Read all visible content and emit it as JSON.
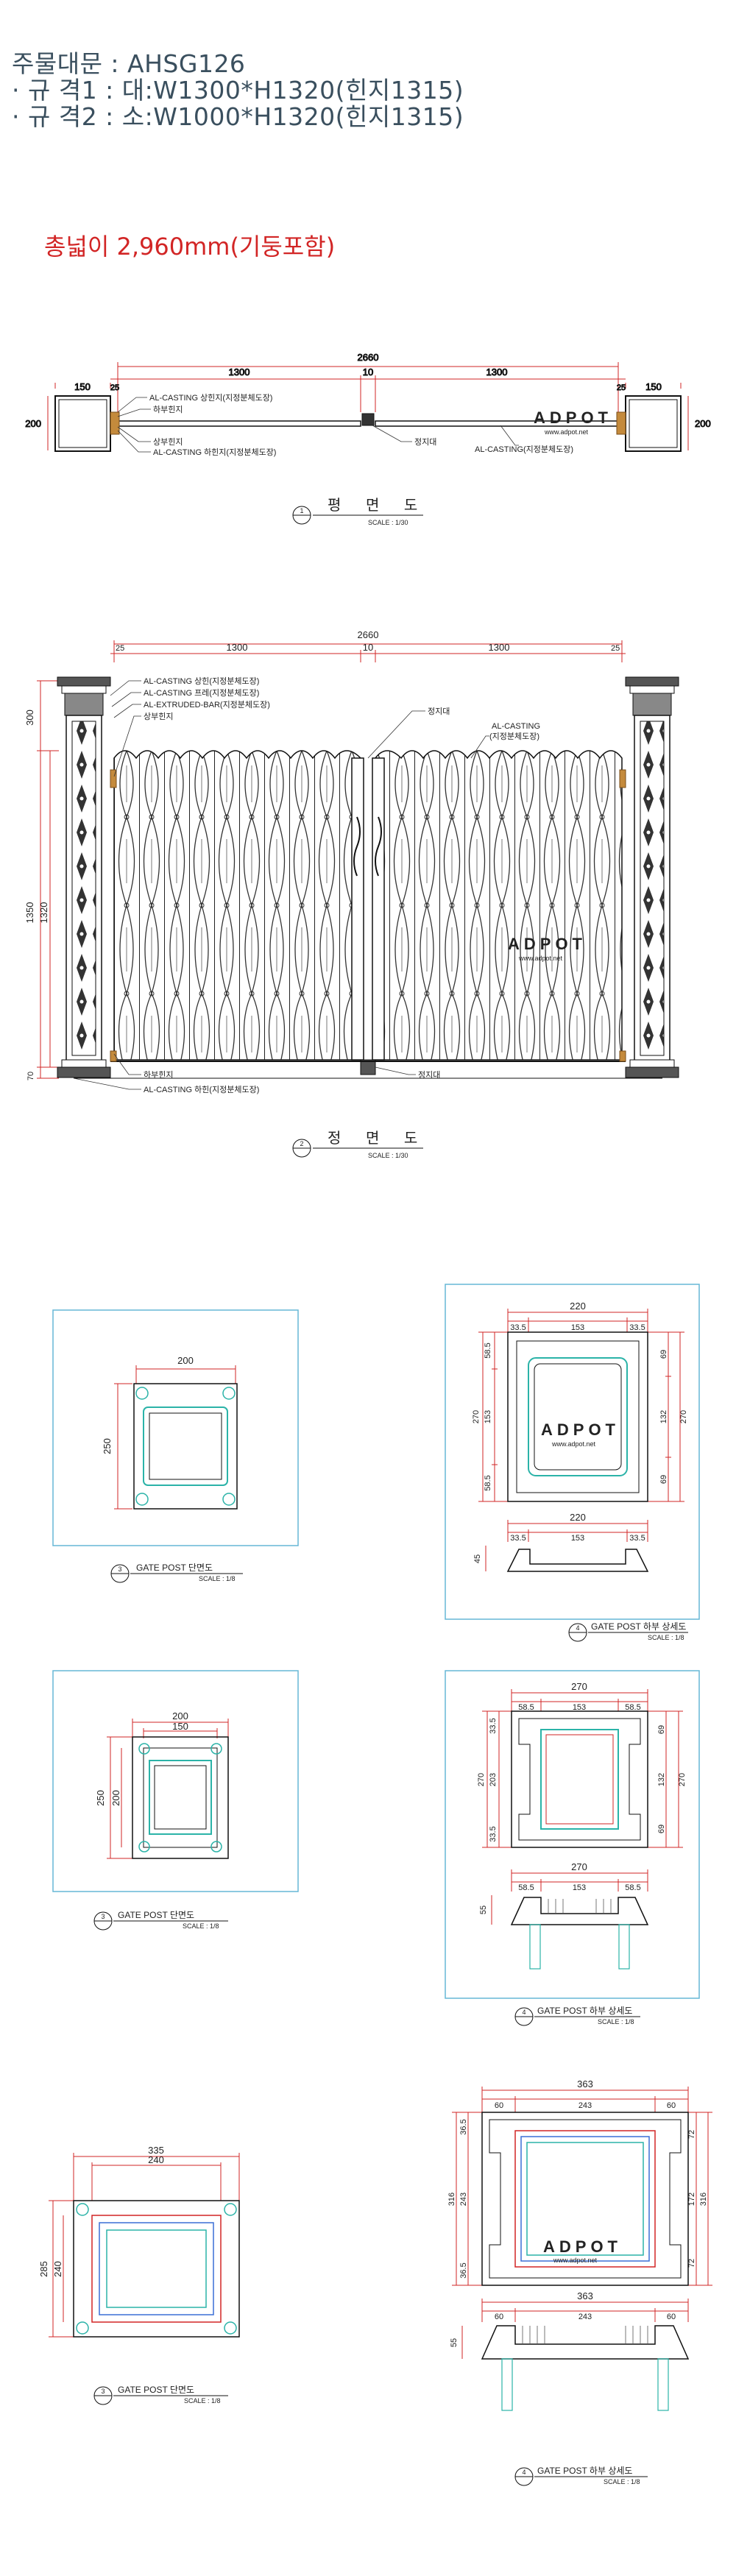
{
  "header": {
    "line1": "주물대문 : AHSG126",
    "line2": "· 규 격1 : 대:W1300*H1320(힌지1315)",
    "line3": "· 규 격2 : 소:W1000*H1320(힌지1315)"
  },
  "total_width_note": "총넓이 2,960mm(기둥포함)",
  "colors": {
    "dim": "#d22525",
    "post": "#2bb3a8",
    "frame": "#66b7d6",
    "line": "#111111"
  },
  "watermark": {
    "brand": "ADPOT",
    "url": "www.adpot.net"
  },
  "plan": {
    "dims": {
      "overall": "2660",
      "leaf": "1300",
      "gap": "10",
      "post": "150",
      "offset": "25",
      "post_depth": "200"
    },
    "labels": {
      "top_hinge": "AL-CASTING 상힌지(지정분체도장)",
      "bottom_hinge": "하부힌지",
      "upper_hinge": "상부힌지",
      "lower_hinge": "AL-CASTING 하힌지(지정분체도장)",
      "stopper": "정지대",
      "casting": "AL-CASTING(지정분체도장)"
    },
    "title_no": "1",
    "title": "평 면 도",
    "scale": "SCALE : 1/30"
  },
  "elevation": {
    "dims": {
      "overall": "2660",
      "leaf": "1300",
      "gap": "10",
      "offset": "25",
      "cap": "300",
      "height": "1350",
      "hinge_h": "1320",
      "base": "70"
    },
    "labels": {
      "top_hinge": "AL-CASTING 상힌(지정분체도장)",
      "frame": "AL-CASTING 프레(지정분체도장)",
      "bar": "AL-EXTRUDED-BAR(지정분체도장)",
      "upper_hinge": "상부힌지",
      "stopper": "정지대",
      "casting": "AL-CASTING",
      "casting2": "(지정분체도장)",
      "lower": "하부힌지",
      "lower_casting": "AL-CASTING 하힌(지정분체도장)",
      "stopper2": "정지대"
    },
    "title_no": "2",
    "title": "정 면 도",
    "scale": "SCALE : 1/30"
  },
  "details": [
    {
      "section": {
        "no": "3",
        "title": "GATE POST 단면도",
        "scale": "SCALE : 1/8",
        "w": "200",
        "h": "250"
      },
      "detail": {
        "no": "4",
        "title": "GATE POST 하부 상세도",
        "scale": "SCALE : 1/8",
        "top": "220",
        "l": "33.5",
        "m": "153",
        "r": "33.5",
        "left_a": "58.5",
        "left_b": "153",
        "left_c": "58.5",
        "left_total": "270",
        "right_a": "69",
        "right_b": "132",
        "right_c": "69",
        "right_total": "270",
        "bot_top": "220",
        "bot_l": "33.5",
        "bot_m": "153",
        "bot_r": "33.5",
        "bot_h": "45"
      }
    },
    {
      "section": {
        "no": "3",
        "title": "GATE POST 단면도",
        "scale": "SCALE : 1/8",
        "w": "200",
        "w2": "150",
        "h": "250",
        "h2": "200"
      },
      "detail": {
        "no": "4",
        "title": "GATE POST 하부 상세도",
        "scale": "SCALE : 1/8",
        "top": "270",
        "l": "58.5",
        "m": "153",
        "r": "58.5",
        "left_a": "33.5",
        "left_b": "203",
        "left_c": "33.5",
        "left_total": "270",
        "right_a": "69",
        "right_b": "132",
        "right_c": "69",
        "right_total": "270",
        "bot_top": "270",
        "bot_l": "58.5",
        "bot_m": "153",
        "bot_r": "58.5",
        "bot_h": "55"
      }
    },
    {
      "section": {
        "no": "3",
        "title": "GATE POST 단면도",
        "scale": "SCALE : 1/8",
        "w": "335",
        "w2": "240",
        "h": "285",
        "h2": "240"
      },
      "detail": {
        "no": "4",
        "title": "GATE POST 하부 상세도",
        "scale": "SCALE : 1/8",
        "top": "363",
        "l": "60",
        "m": "243",
        "r": "60",
        "left_a": "36.5",
        "left_b": "243",
        "left_total": "316",
        "left_c": "36.5",
        "right_a": "72",
        "right_b": "172",
        "right_total": "316",
        "right_c": "72",
        "bot_top": "363",
        "bot_l": "60",
        "bot_m": "243",
        "bot_r": "60",
        "bot_h": "55"
      }
    }
  ]
}
